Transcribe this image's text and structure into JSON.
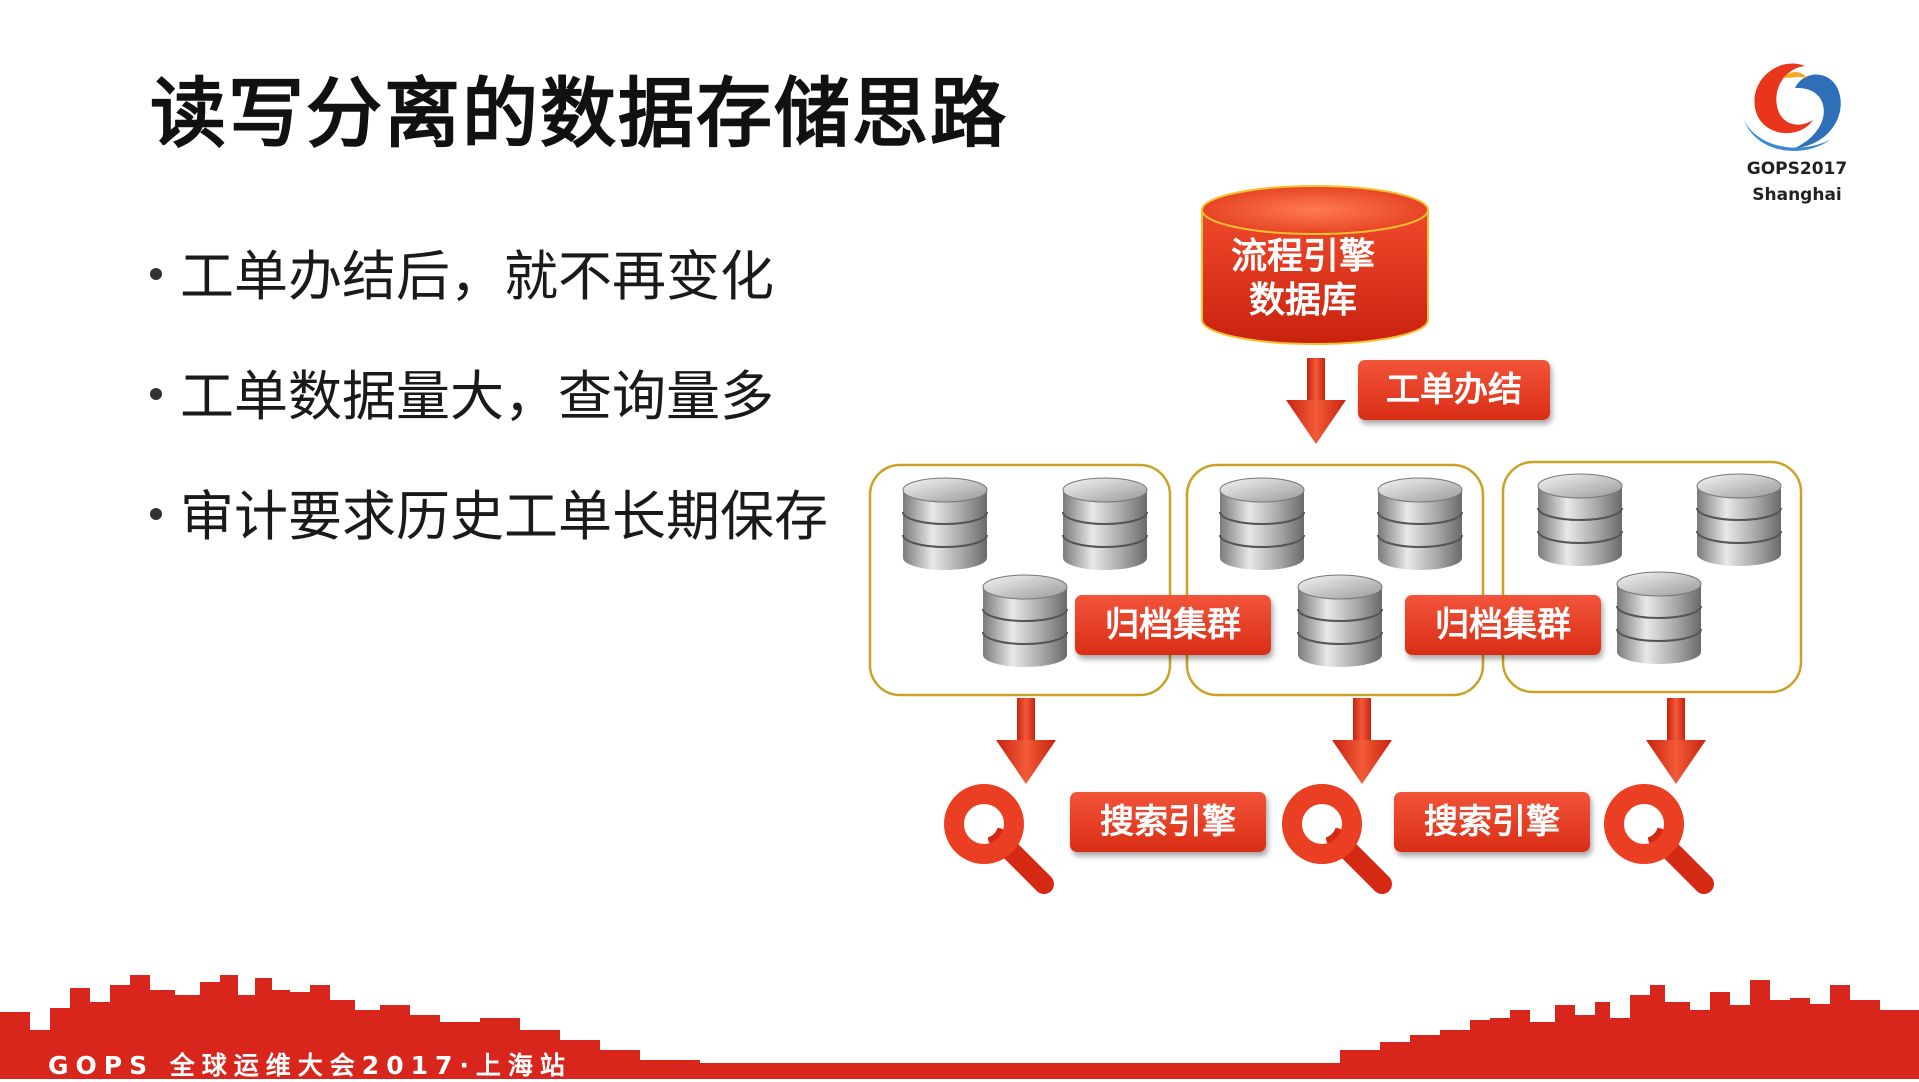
{
  "slide": {
    "title": "读写分离的数据存储思路",
    "bullets": [
      "工单办结后，就不再变化",
      "工单数据量大，查询量多",
      "审计要求历史工单长期保存"
    ]
  },
  "logo": {
    "text": "GOPS2017\nShanghai",
    "icon": "gops-swirl-logo-icon"
  },
  "diagram": {
    "database_label": "流程引擎\n数据库",
    "arrow_label": "工单办结",
    "cluster_labels": [
      "归档集群",
      "归档集群"
    ],
    "search_labels": [
      "搜索引擎",
      "搜索引擎"
    ]
  },
  "footer": {
    "text": "GOPS 全球运维大会2017·上海站"
  },
  "colors": {
    "accent": "#e8351c",
    "cluster_border": "#c9a227",
    "footer_red": "#d9261c"
  }
}
